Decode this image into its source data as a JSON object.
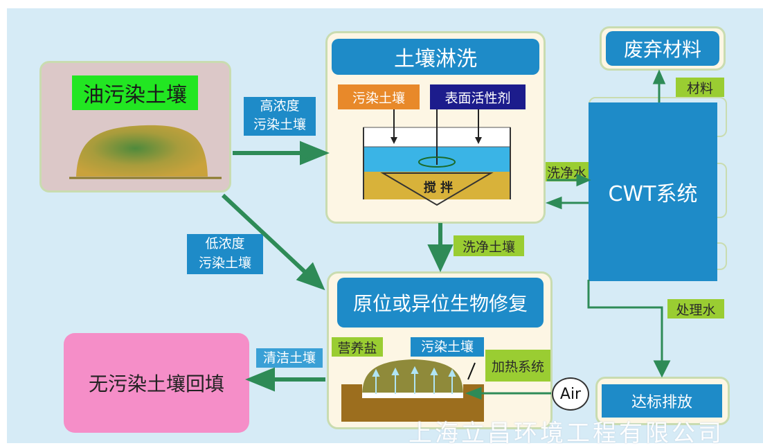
{
  "nodes": {
    "oil_soil": "油污染土壤",
    "washing": "土壤淋洗",
    "contaminated_soil": "污染土壤",
    "surfactant": "表面活性剂",
    "stir": "搅 拌",
    "waste_material": "废弃材料",
    "material": "材料",
    "cwt": "CWT系统",
    "wash_water": "洗净水",
    "clean_soil": "洗净土壤",
    "bioremediation": "原位或异位生物修复",
    "nutrient": "营养盐",
    "contaminated_soil2": "污染土壤",
    "heating": "加热系统",
    "air": "Air",
    "clean_soil2": "清洁土壤",
    "backfill": "无污染土壤回填",
    "treated_water": "处理水",
    "discharge": "达标排放"
  },
  "edges": {
    "high_conc_line1": "高浓度",
    "high_conc_line2": "污染土壤",
    "low_conc_line1": "低浓度",
    "low_conc_line2": "污染土壤"
  },
  "watermark": "上海立昌环境工程有限公司",
  "colors": {
    "blue": "#1e8bc8",
    "green": "#9acd32",
    "arrow": "#2e8b57",
    "pink": "#f58ec8"
  }
}
